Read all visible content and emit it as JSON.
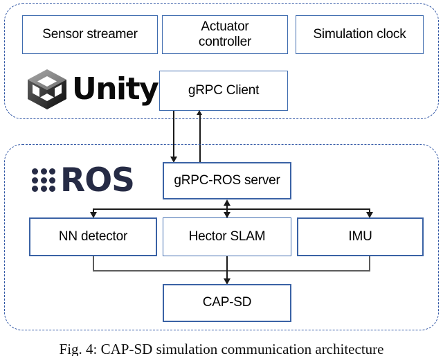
{
  "figure": {
    "caption": "Fig. 4: CAP-SD simulation communication architecture",
    "accent_border_color": "#3f6caf",
    "dashed_border_color": "#2f55a4",
    "connector_color": "#1a1a1a",
    "ros_logo_color": "#262b45"
  },
  "groups": {
    "unity_group": {
      "name": "Unity simulation side",
      "logo_text": "Unity",
      "logo_icon": "unity-cube-icon"
    },
    "ros_group": {
      "name": "ROS side",
      "logo_text": "ROS",
      "logo_icon": "ros-dot-grid-icon"
    }
  },
  "nodes": {
    "sensor_streamer": "Sensor streamer",
    "actuator_controller": "Actuator\ncontroller",
    "simulation_clock": "Simulation clock",
    "grpc_client": "gRPC Client",
    "grpc_ros_server": "gRPC-ROS server",
    "nn_detector": "NN detector",
    "hector_slam": "Hector SLAM",
    "imu": "IMU",
    "cap_sd": "CAP-SD"
  },
  "connections": [
    {
      "from": "gRPC Client",
      "to": "gRPC-ROS server",
      "direction": "down"
    },
    {
      "from": "gRPC-ROS server",
      "to": "gRPC Client",
      "direction": "up"
    },
    {
      "from": "gRPC-ROS server",
      "to": "NN detector",
      "direction": "down"
    },
    {
      "from": "gRPC-ROS server",
      "to": "Hector SLAM",
      "direction": "bidirectional"
    },
    {
      "from": "gRPC-ROS server",
      "to": "IMU",
      "direction": "down"
    },
    {
      "from": "NN detector",
      "to": "CAP-SD",
      "direction": "down"
    },
    {
      "from": "Hector SLAM",
      "to": "CAP-SD",
      "direction": "down"
    },
    {
      "from": "IMU",
      "to": "CAP-SD",
      "direction": "down"
    }
  ]
}
